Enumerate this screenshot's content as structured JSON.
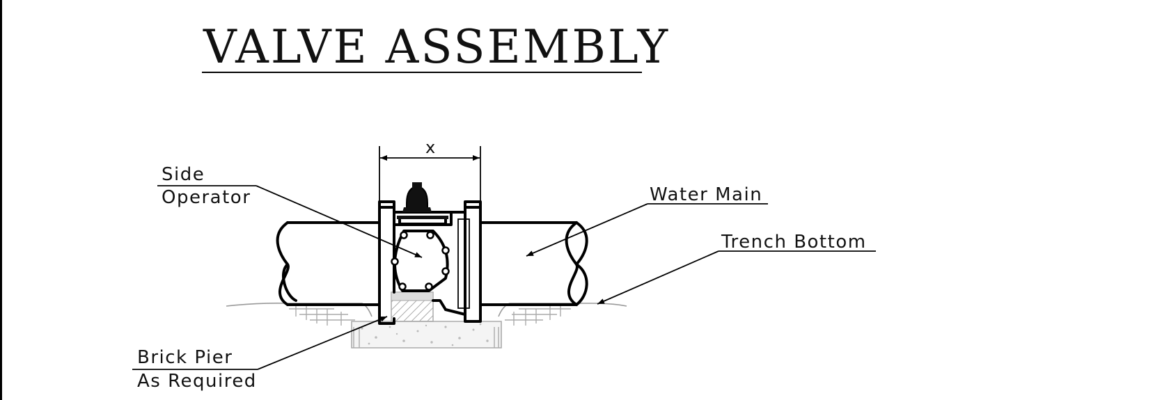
{
  "title": "VALVE ASSEMBLY",
  "dimension_label": "x",
  "callouts": {
    "side_operator": {
      "line1": "Side",
      "line2": "Operator"
    },
    "water_main": "Water Main",
    "trench_bottom": "Trench Bottom",
    "brick_pier": {
      "line1": "Brick Pier",
      "line2": "As Required"
    }
  },
  "colors": {
    "linework": "#000000",
    "ground_hatch": "#999999",
    "background": "#ffffff"
  }
}
